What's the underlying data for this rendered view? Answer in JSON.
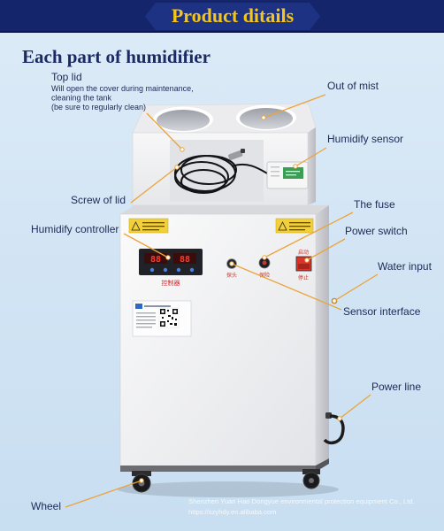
{
  "banner": {
    "title": "Product ditails"
  },
  "heading": "Each part of humidifier",
  "callouts": {
    "top_lid": {
      "label": "Top lid",
      "note": [
        "Will open the cover during maintenance,",
        "cleaning the tank",
        "(be sure to regularly clean)"
      ]
    },
    "out_of_mist": {
      "label": "Out of mist"
    },
    "humidify_sensor": {
      "label": "Humidify sensor"
    },
    "screw_of_lid": {
      "label": "Screw of lid"
    },
    "the_fuse": {
      "label": "The fuse"
    },
    "humidify_controller": {
      "label": "Humidify controller"
    },
    "power_switch": {
      "label": "Power switch"
    },
    "water_input": {
      "label": "Water input"
    },
    "sensor_interface": {
      "label": "Sensor interface"
    },
    "power_line": {
      "label": "Power line"
    },
    "wheel": {
      "label": "Wheel"
    }
  },
  "device_labels": {
    "display_left": "88",
    "display_right": "88",
    "controller": "控制器",
    "probe": "探头",
    "fuse": "保险",
    "switch_on": "启动",
    "switch_off": "停止"
  },
  "watermark": {
    "company": "Shenzhen Yuan Hao Dongyue environmental protection equipment Co., Ltd.",
    "url": "https://szyhdy.en.alibaba.com"
  },
  "colors": {
    "banner": "#15256b",
    "title": "#f5c518",
    "heading": "#1b2a63",
    "label_text": "#1c2a57",
    "callout_line": "#eba33a",
    "switch_red": "#d8342a",
    "led_red": "#ff3b2f"
  }
}
